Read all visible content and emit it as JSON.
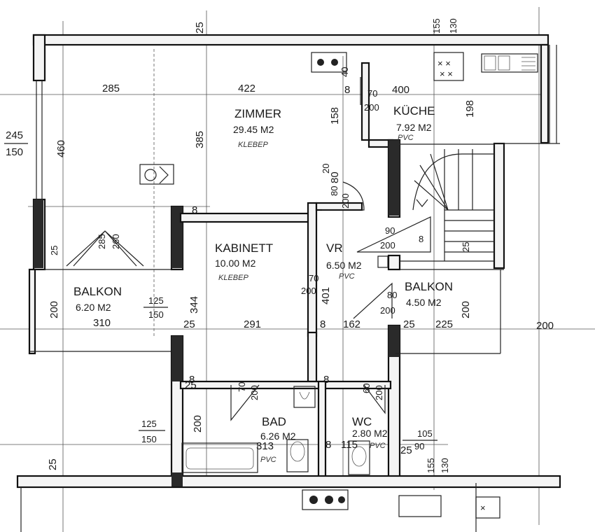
{
  "rooms": {
    "zimmer": {
      "name": "ZIMMER",
      "area": "29.45 M2",
      "floor": "KLEBEP"
    },
    "kueche": {
      "name": "KÜCHE",
      "area": "7.92 M2",
      "floor": "PVC"
    },
    "kabinett": {
      "name": "KABINETT",
      "area": "10.00 M2",
      "floor": "KLEBEP"
    },
    "vr": {
      "name": "VR",
      "area": "6.50 M2",
      "floor": "PVC"
    },
    "balkon_left": {
      "name": "BALKON",
      "area": "6.20 M2"
    },
    "balkon_right": {
      "name": "BALKON",
      "area": "4.50 M2"
    },
    "bad": {
      "name": "BAD",
      "area": "6.26 M2",
      "floor": "PVC"
    },
    "wc": {
      "name": "WC",
      "area": "2.80 M2",
      "floor": "PVC"
    }
  },
  "dimensions": {
    "top_25": "25",
    "top_155": "155",
    "top_130": "130",
    "d285": "285",
    "d422": "422",
    "d400": "400",
    "d8a": "8",
    "d70a": "70",
    "d200a": "200",
    "d158": "158",
    "d40": "40",
    "d198": "198",
    "d245": "245",
    "d150a": "150",
    "d460": "460",
    "d385": "385",
    "d80a": "80",
    "d20": "20",
    "d8b": "8",
    "d80b": "80",
    "d200b": "200",
    "d90": "90",
    "d200c": "200",
    "d8c": "8",
    "d25a": "25",
    "d285b": "285",
    "d260": "260",
    "d25b": "25",
    "d70b": "70",
    "d200d": "200",
    "d40b": "401",
    "d80c": "80",
    "d200e": "200",
    "d200f": "200",
    "d310": "310",
    "d125a": "125",
    "d150b": "150",
    "d344": "344",
    "d25c": "25",
    "d291": "291",
    "d8d": "8",
    "d162": "162",
    "d25d": "25",
    "d225": "225",
    "d200g": "200",
    "d200h": "200",
    "d8e": "8",
    "d70c": "70",
    "d200i": "200",
    "d60": "60",
    "d200j": "200",
    "d125b": "125",
    "d150c": "150",
    "d200k": "200",
    "d313": "313",
    "d8f": "8",
    "d115": "115",
    "d25e": "25",
    "d90b": "90",
    "d105": "105",
    "d155b": "155",
    "d130b": "130",
    "d25f": "25",
    "d25g": "25",
    "d8g": "8"
  },
  "colors": {
    "ink": "#1a1a1a",
    "wall_fill": "#f4f4f4",
    "paper": "#ffffff"
  }
}
